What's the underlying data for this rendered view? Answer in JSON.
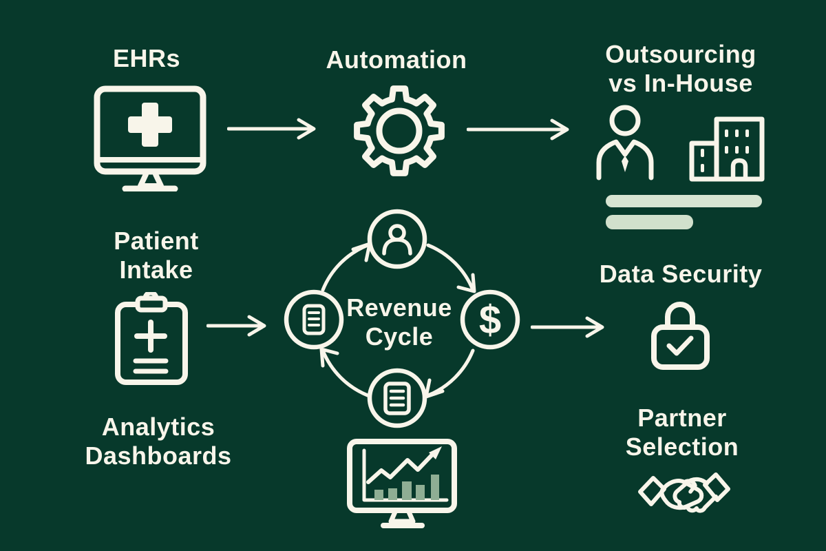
{
  "colors": {
    "background": "#07392b",
    "ink": "#f8f5ea",
    "bar_light_green": "#d7e4d2",
    "bar_sage_green": "#8fae94"
  },
  "nodes": {
    "ehrs": {
      "label": "EHRs",
      "icon": "monitor-medical-cross-icon"
    },
    "automation": {
      "label": "Automation",
      "icon": "gear-icon"
    },
    "outsourcing": {
      "line1": "Outsourcing",
      "line2": "vs In-House",
      "icons": [
        "businessperson-icon",
        "office-building-icon"
      ]
    },
    "patient_intake": {
      "line1": "Patient",
      "line2": "Intake",
      "icon": "clipboard-medical-icon"
    },
    "revenue_cycle": {
      "line1": "Revenue",
      "line2": "Cycle",
      "dollar_glyph": "$",
      "icons": [
        "user-icon",
        "dollar-icon",
        "document-icon",
        "document-icon"
      ]
    },
    "data_security": {
      "label": "Data Security",
      "icon": "padlock-check-icon"
    },
    "analytics": {
      "line1": "Analytics",
      "line2": "Dashboards",
      "icon": "chart-monitor-icon"
    },
    "partner": {
      "line1": "Partner",
      "line2": "Selection",
      "icon": "handshake-icon"
    }
  },
  "connections": [
    {
      "from": "EHRs",
      "to": "Automation"
    },
    {
      "from": "Automation",
      "to": "Outsourcing vs In-House"
    },
    {
      "from": "Patient Intake",
      "to": "Revenue Cycle"
    },
    {
      "from": "Revenue Cycle",
      "to": "Data Security"
    },
    {
      "cycle": [
        "user",
        "dollar",
        "document",
        "document"
      ]
    }
  ]
}
